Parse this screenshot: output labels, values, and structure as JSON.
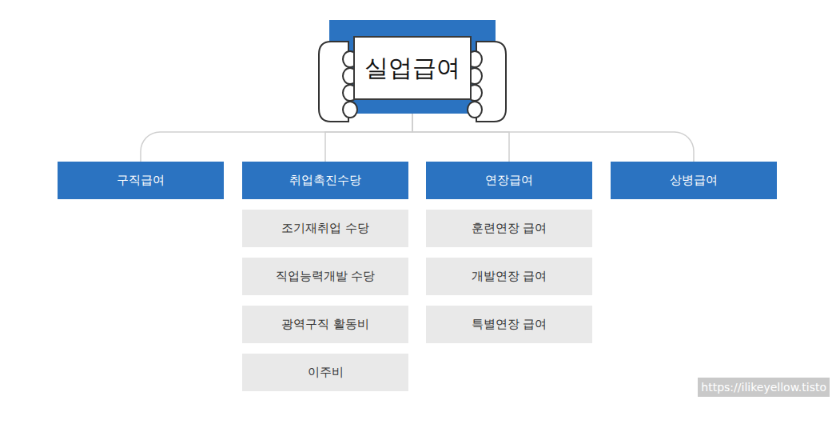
{
  "diagram": {
    "nodes": [
      {
        "text": [
          "실업급여"
        ]
      },
      {
        "text": [
          "구직급여"
        ]
      },
      {
        "text": [
          "취업촉진수당"
        ]
      },
      {
        "text": [
          "연장급여"
        ]
      },
      {
        "text": [
          "상병급여"
        ]
      },
      {
        "text": [
          "조기재취업 수당"
        ]
      },
      {
        "text": [
          "직업능력개발 수당"
        ]
      },
      {
        "text": [
          "광역구직 활동비"
        ]
      },
      {
        "text": [
          "이주비"
        ]
      },
      {
        "text": [
          "훈련연장 급여"
        ]
      },
      {
        "text": [
          "개발연장 급여"
        ]
      },
      {
        "text": [
          "특별연장 급여"
        ]
      }
    ],
    "edges": [
      {
        "from": 0,
        "to": 1,
        "arrow": "none"
      },
      {
        "from": 0,
        "to": 2,
        "arrow": "none"
      },
      {
        "from": 0,
        "to": 3,
        "arrow": "none"
      },
      {
        "from": 0,
        "to": 4,
        "arrow": "none"
      }
    ],
    "labels": [
      "https://ilikeyellow.tisto"
    ]
  }
}
